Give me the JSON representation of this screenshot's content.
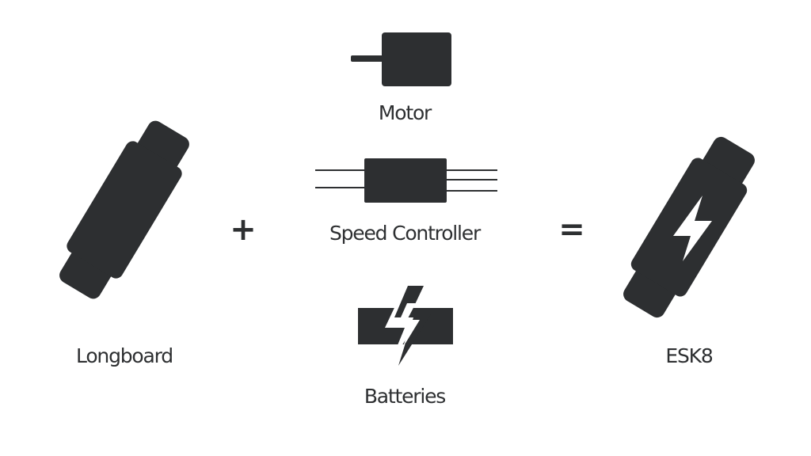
{
  "components": {
    "longboard": {
      "label": "Longboard",
      "icon": "longboard-icon"
    },
    "motor": {
      "label": "Motor",
      "icon": "motor-icon"
    },
    "speed_controller": {
      "label": "Speed Controller",
      "icon": "speed-controller-icon"
    },
    "batteries": {
      "label": "Batteries",
      "icon": "battery-lightning-icon"
    },
    "result": {
      "label": "ESK8",
      "icon": "electric-longboard-icon"
    }
  },
  "operators": {
    "plus": "+",
    "equals": "="
  },
  "colors": {
    "ink": "#2d2f31",
    "background": "#ffffff"
  }
}
